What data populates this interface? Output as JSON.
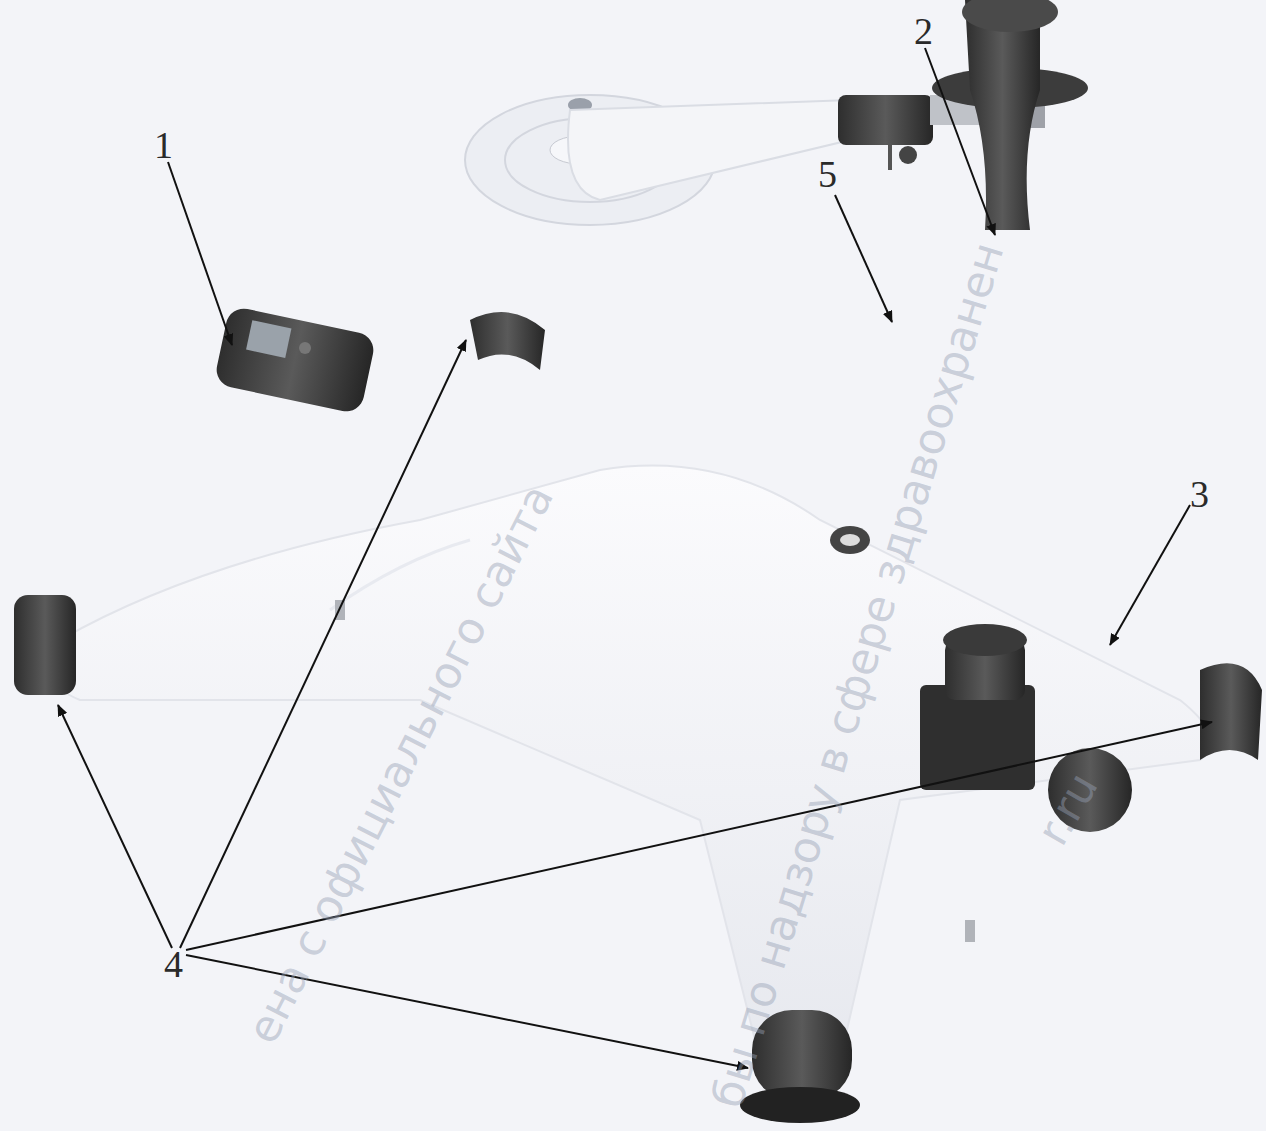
{
  "diagram": {
    "labels": [
      "1",
      "2",
      "3",
      "4",
      "5",
      "ена с официального сайта",
      "бы по надзору в сфере здравоохранен",
      "r.ru"
    ]
  }
}
